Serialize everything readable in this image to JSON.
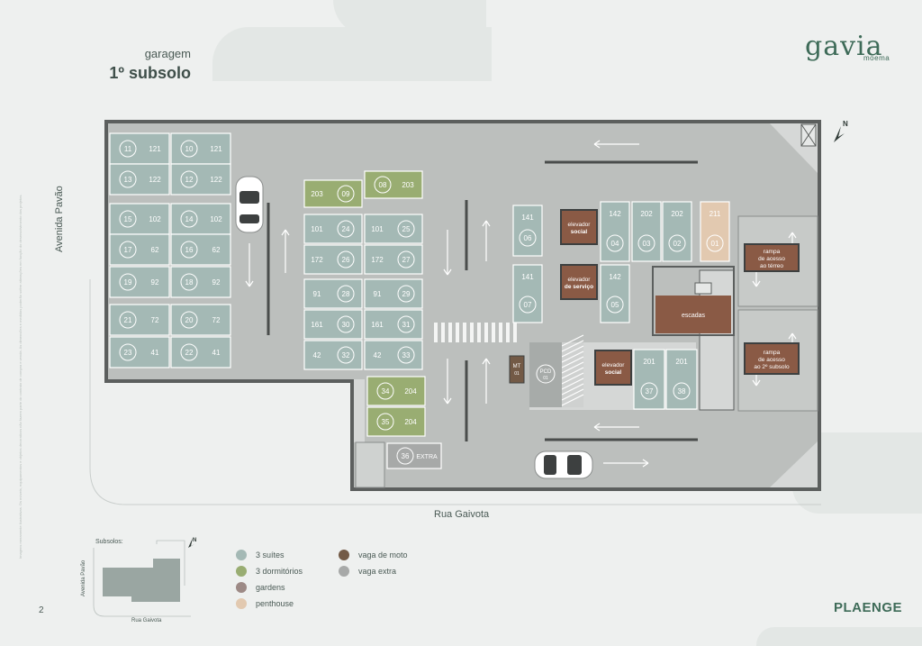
{
  "header": {
    "subtitle": "garagem",
    "title": "1º subsolo"
  },
  "logo": {
    "name": "gavia",
    "sub": "moema"
  },
  "brand": "PLAENGE",
  "page_number": "2",
  "streets": {
    "left": "Avenida Pavão",
    "bottom": "Rua Gaivota"
  },
  "disclaimer": "Imagens meramente ilustrativas. Os móveis, equipamentos e objetos decorativos não fazem parte do contrato de compra e venda. As dimensões e medidas poderão sofrer alterações em função do desenvolvimento dos projetos.",
  "colors": {
    "suites": "#a4b9b5",
    "dorm": "#99ad72",
    "gardens": "#9d8a86",
    "penthouse": "#e2c9b0",
    "moto": "#735a46",
    "extra": "#a7a9a8",
    "floor": "#bcbfbd",
    "wall": "#5c5f5e",
    "brown": "#8a5a45"
  },
  "spots": [
    {
      "n": "11",
      "u": "121",
      "t": "s"
    },
    {
      "n": "10",
      "u": "121",
      "t": "s"
    },
    {
      "n": "13",
      "u": "122",
      "t": "s"
    },
    {
      "n": "12",
      "u": "122",
      "t": "s"
    },
    {
      "n": "15",
      "u": "102",
      "t": "s"
    },
    {
      "n": "14",
      "u": "102",
      "t": "s"
    },
    {
      "n": "17",
      "u": "62",
      "t": "s"
    },
    {
      "n": "16",
      "u": "62",
      "t": "s"
    },
    {
      "n": "19",
      "u": "92",
      "t": "s"
    },
    {
      "n": "18",
      "u": "92",
      "t": "s"
    },
    {
      "n": "21",
      "u": "72",
      "t": "s"
    },
    {
      "n": "20",
      "u": "72",
      "t": "s"
    },
    {
      "n": "23",
      "u": "41",
      "t": "s"
    },
    {
      "n": "22",
      "u": "41",
      "t": "s"
    },
    {
      "n": "09",
      "u": "203",
      "t": "d"
    },
    {
      "n": "08",
      "u": "203",
      "t": "d"
    },
    {
      "n": "24",
      "u": "101",
      "t": "s"
    },
    {
      "n": "25",
      "u": "101",
      "t": "s"
    },
    {
      "n": "26",
      "u": "172",
      "t": "s"
    },
    {
      "n": "27",
      "u": "172",
      "t": "s"
    },
    {
      "n": "28",
      "u": "91",
      "t": "s"
    },
    {
      "n": "29",
      "u": "91",
      "t": "s"
    },
    {
      "n": "30",
      "u": "161",
      "t": "s"
    },
    {
      "n": "31",
      "u": "161",
      "t": "s"
    },
    {
      "n": "32",
      "u": "42",
      "t": "s"
    },
    {
      "n": "33",
      "u": "42",
      "t": "s"
    },
    {
      "n": "34",
      "u": "204",
      "t": "d"
    },
    {
      "n": "35",
      "u": "204",
      "t": "d"
    },
    {
      "n": "36",
      "u": "EXTRA",
      "t": "x"
    },
    {
      "n": "06",
      "u": "141",
      "t": "s"
    },
    {
      "n": "07",
      "u": "141",
      "t": "s"
    },
    {
      "n": "04",
      "u": "142",
      "t": "s"
    },
    {
      "n": "05",
      "u": "142",
      "t": "s"
    },
    {
      "n": "03",
      "u": "202",
      "t": "s"
    },
    {
      "n": "02",
      "u": "202",
      "t": "s"
    },
    {
      "n": "01",
      "u": "211",
      "t": "p"
    },
    {
      "n": "37",
      "u": "201",
      "t": "s"
    },
    {
      "n": "38",
      "u": "201",
      "t": "s"
    }
  ],
  "rooms": {
    "elev_social_1": "elevador social",
    "elev_servico": "elevador de serviço",
    "elev_social_2": "elevador social",
    "escadas": "escadas",
    "rampa_terreo": "rampa de acesso ao térreo",
    "rampa_2sub": "rampa de acesso ao 2º subsolo",
    "moto": "MT 01",
    "pcd": "PCD 01"
  },
  "north": "N",
  "mini_map": {
    "title": "Subsolos:",
    "left": "Avenida Pavão",
    "bottom": "Rua Gaivota",
    "north": "N"
  },
  "legend": [
    {
      "label": "3 suítes",
      "color": "#a4b9b5"
    },
    {
      "label": "3 dormitórios",
      "color": "#99ad72"
    },
    {
      "label": "gardens",
      "color": "#9d8a86"
    },
    {
      "label": "penthouse",
      "color": "#e2c9b0"
    },
    {
      "label": "vaga de moto",
      "color": "#735a46"
    },
    {
      "label": "vaga extra",
      "color": "#a7a9a8"
    }
  ]
}
